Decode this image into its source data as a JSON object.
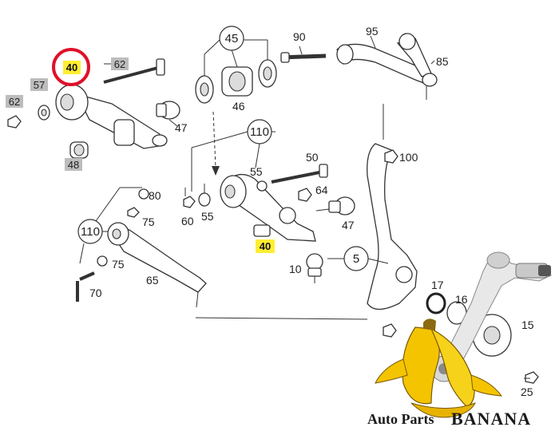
{
  "callouts": {
    "c_40_top": "40",
    "c_62_top": "62",
    "c_57": "57",
    "c_62_left": "62",
    "c_48": "48",
    "c_47_top": "47",
    "c_45": "45",
    "c_46": "46",
    "c_90": "90",
    "c_95": "95",
    "c_85": "85",
    "c_110_mid": "110",
    "c_50": "50",
    "c_55_mid": "55",
    "c_64": "64",
    "c_100": "100",
    "c_80": "80",
    "c_75_top": "75",
    "c_60": "60",
    "c_55_low": "55",
    "c_47_mid": "47",
    "c_40_mid": "40",
    "c_110_left": "110",
    "c_75_low": "75",
    "c_65": "65",
    "c_70": "70",
    "c_5": "5",
    "c_10": "10",
    "c_17": "17",
    "c_16": "16",
    "c_15": "15",
    "c_25": "25"
  },
  "watermark": {
    "brand_prefix": "Auto Parts",
    "brand_name": "BANANA"
  },
  "colors": {
    "highlight_yellow": "#ffee33",
    "callout_grey": "#bdbdbd",
    "marker_red": "#e0102a",
    "banana_yellow": "#f4c400"
  }
}
